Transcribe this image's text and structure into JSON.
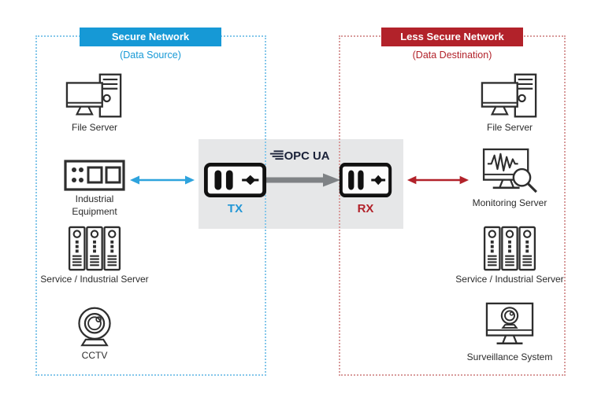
{
  "left_network": {
    "title": "Secure Network",
    "subtitle": "(Data Source)",
    "title_bg": "#1699D6",
    "border_color": "#85C7EA",
    "items": [
      {
        "label": "File Server",
        "icon": "file-server-icon"
      },
      {
        "label": "Industrial Equipment",
        "icon": "industrial-equipment-icon"
      },
      {
        "label": "Service / Industrial Server",
        "icon": "rack-server-icon"
      },
      {
        "label": "CCTV",
        "icon": "cctv-camera-icon"
      }
    ]
  },
  "right_network": {
    "title": "Less Secure Network",
    "subtitle": "(Data Destination)",
    "title_bg": "#B2222A",
    "border_color": "#D89B9B",
    "items": [
      {
        "label": "File Server",
        "icon": "file-server-icon"
      },
      {
        "label": "Monitoring Server",
        "icon": "monitoring-server-icon"
      },
      {
        "label": "Service / Industrial Server",
        "icon": "rack-server-icon"
      },
      {
        "label": "Surveillance System",
        "icon": "surveillance-system-icon"
      }
    ]
  },
  "data_diode": {
    "tx_label": "TX",
    "rx_label": "RX",
    "tx_color": "#2196D6",
    "rx_color": "#B2222A",
    "protocol": "OPC UA",
    "protocol_color": "#1A2138",
    "flow_arrow_color": "#7F8285",
    "link_blue": "#2EA3DD",
    "link_red": "#B2222A",
    "panel_bg": "#E6E7E8"
  }
}
